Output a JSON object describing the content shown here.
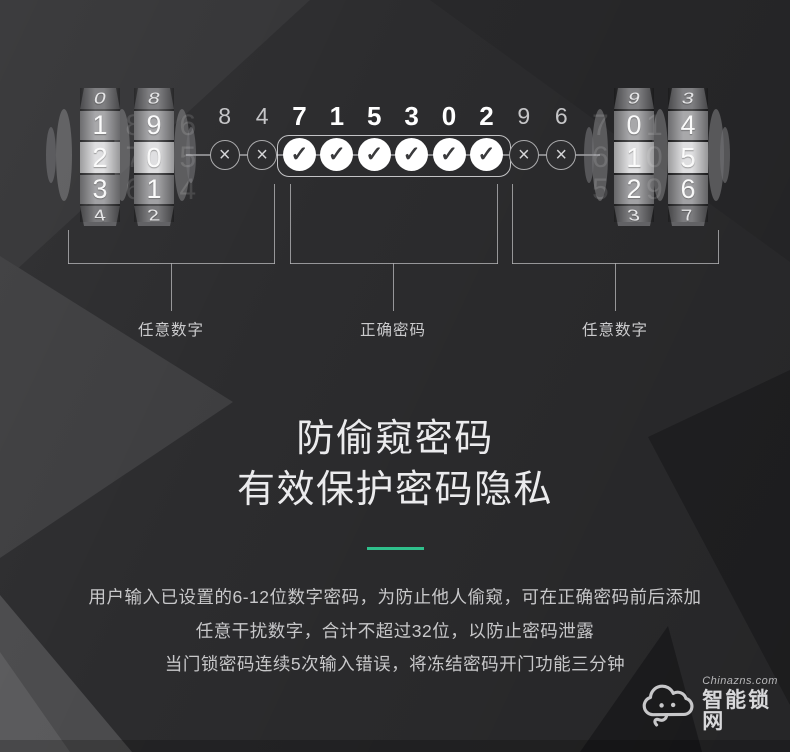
{
  "mechanism": {
    "reject_icon": "×",
    "accept_icon": "✓",
    "digit_slots": [
      {
        "digit": "8",
        "state": "reject"
      },
      {
        "digit": "4",
        "state": "reject"
      },
      {
        "digit": "7",
        "state": "accept"
      },
      {
        "digit": "1",
        "state": "accept"
      },
      {
        "digit": "5",
        "state": "accept"
      },
      {
        "digit": "3",
        "state": "accept"
      },
      {
        "digit": "0",
        "state": "accept"
      },
      {
        "digit": "2",
        "state": "accept"
      },
      {
        "digit": "9",
        "state": "reject"
      },
      {
        "digit": "6",
        "state": "reject"
      }
    ],
    "wheel_groups": [
      {
        "side": "left",
        "wheels": [
          {
            "cells": [
              {
                "digit": "0",
                "ghost": ""
              },
              {
                "digit": "1",
                "ghost": "8"
              },
              {
                "digit": "2",
                "ghost": "7"
              },
              {
                "digit": "3",
                "ghost": "6"
              },
              {
                "digit": "4",
                "ghost": ""
              }
            ]
          },
          {
            "cells": [
              {
                "digit": "8",
                "ghost": ""
              },
              {
                "digit": "9",
                "ghost": "6"
              },
              {
                "digit": "0",
                "ghost": "5"
              },
              {
                "digit": "1",
                "ghost": "4"
              },
              {
                "digit": "2",
                "ghost": ""
              }
            ]
          }
        ]
      },
      {
        "side": "right",
        "wheels": [
          {
            "cells": [
              {
                "digit": "9",
                "ghost": ""
              },
              {
                "digit": "0",
                "ghost": "7"
              },
              {
                "digit": "1",
                "ghost": "6"
              },
              {
                "digit": "2",
                "ghost": "5"
              },
              {
                "digit": "3",
                "ghost": ""
              }
            ]
          },
          {
            "cells": [
              {
                "digit": "3",
                "ghost": ""
              },
              {
                "digit": "4",
                "ghost": "1"
              },
              {
                "digit": "5",
                "ghost": "0"
              },
              {
                "digit": "6",
                "ghost": "9"
              },
              {
                "digit": "7",
                "ghost": ""
              }
            ]
          }
        ]
      }
    ]
  },
  "brackets": [
    {
      "label": "任意数字"
    },
    {
      "label": "正确密码"
    },
    {
      "label": "任意数字"
    }
  ],
  "headline": {
    "line1": "防偷窥密码",
    "line2": "有效保护密码隐私"
  },
  "body": {
    "lines": [
      "用户输入已设置的6-12位数字密码，为防止他人偷窥，可在正确密码前后添加",
      "任意干扰数字，合计不超过32位，以防止密码泄露",
      "当门锁密码连续5次输入错误，将冻结密码开门功能三分钟"
    ]
  },
  "logo": {
    "site": "Chinazns.com",
    "name": "智能锁网"
  },
  "colors": {
    "accent_green": "#2fc08c",
    "background": "#2c2c2e"
  }
}
